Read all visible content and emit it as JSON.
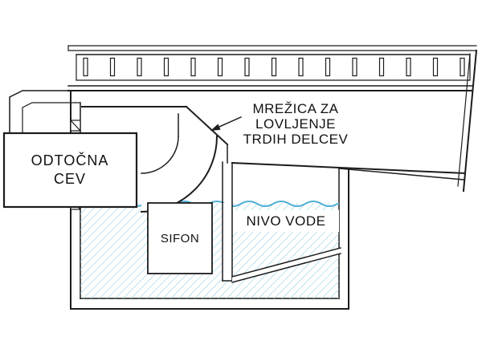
{
  "diagram": {
    "type": "technical-drawing",
    "subject": "floor-drain-siphon-cross-section",
    "labels": {
      "mesh_screen": {
        "line1": "MREŽICA ZA",
        "line2": "LOVLJENJE",
        "line3": "TRDIH DELCEV"
      },
      "drain_pipe": {
        "line1": "ODTOČNA",
        "line2": "CEV"
      },
      "siphon": "SIFON",
      "water_level": "NIVO VODE"
    },
    "colors": {
      "line": "#1c1c1c",
      "water_hatch": "#9fd3e8",
      "water_line": "#4fafd6",
      "background": "#ffffff",
      "text": "#111111"
    }
  }
}
